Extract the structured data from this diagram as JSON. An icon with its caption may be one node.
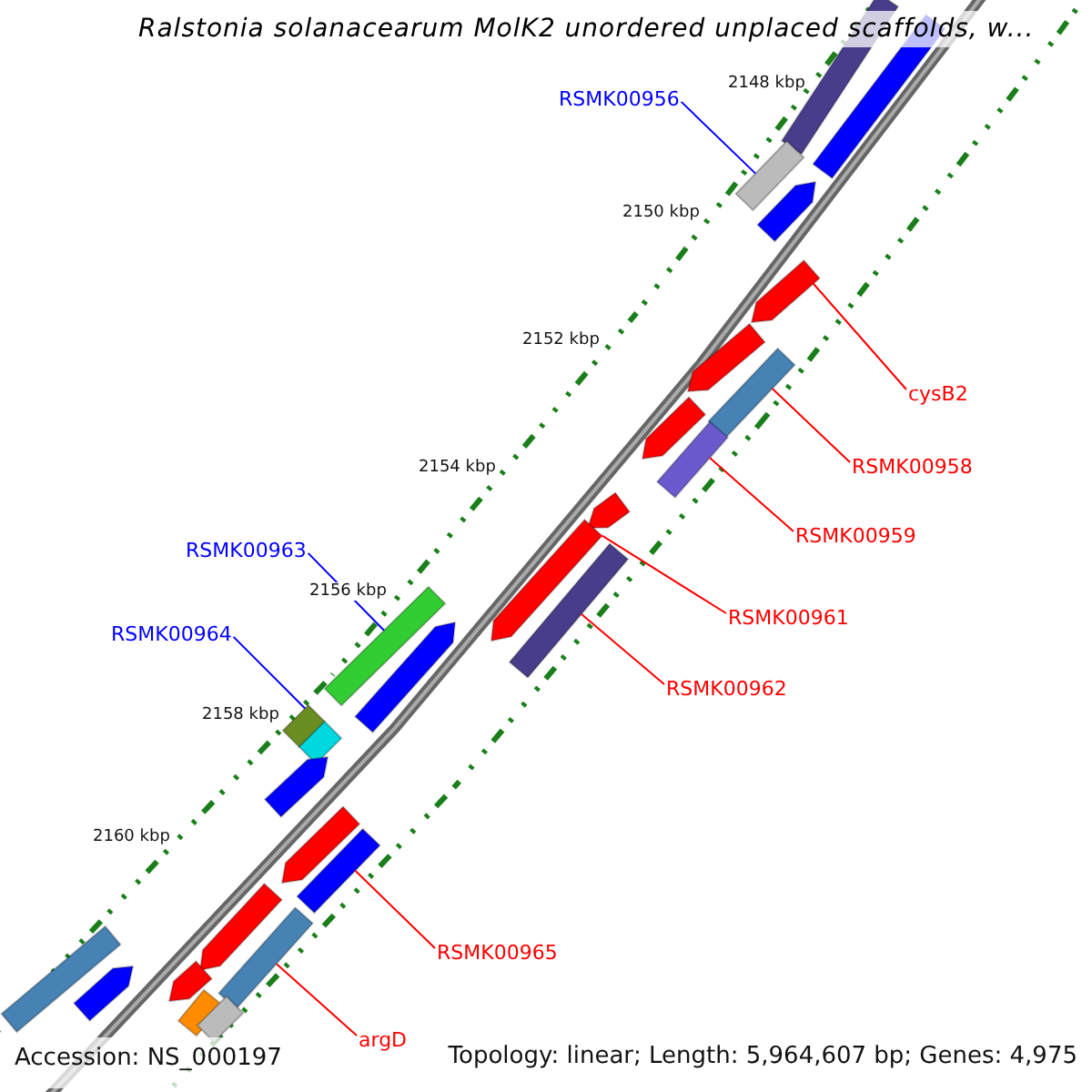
{
  "diagram": {
    "title": "Ralstonia solanacearum MolK2 unordered unplaced scaffolds, w...",
    "nodes": [
      {
        "text": [
          "RSMK00956"
        ]
      },
      {
        "text": [],
        "shape": "bar"
      },
      {
        "text": [
          "cysB2"
        ]
      },
      {
        "text": [],
        "shape": "bar"
      },
      {
        "text": [
          "RSMK00958"
        ]
      },
      {
        "text": [],
        "shape": "bar"
      },
      {
        "text": [
          "RSMK00959"
        ]
      },
      {
        "text": [],
        "shape": "bar"
      },
      {
        "text": [
          "RSMK00961"
        ]
      },
      {
        "text": [],
        "shape": "bar"
      },
      {
        "text": [
          "RSMK00962"
        ]
      },
      {
        "text": [],
        "shape": "bar"
      },
      {
        "text": [
          "RSMK00963"
        ]
      },
      {
        "text": [],
        "shape": "bar"
      },
      {
        "text": [
          "RSMK00964"
        ]
      },
      {
        "text": [],
        "shape": "bar"
      },
      {
        "text": [
          "RSMK00965"
        ]
      },
      {
        "text": [],
        "shape": "bar"
      },
      {
        "text": [
          "argD"
        ]
      },
      {
        "text": [],
        "shape": "bar"
      },
      {
        "text": [],
        "shape": "bar"
      },
      {
        "text": [],
        "shape": "bar"
      },
      {
        "text": [],
        "shape": "bar"
      },
      {
        "text": [],
        "shape": "bar"
      },
      {
        "text": [],
        "shape": "bar"
      },
      {
        "text": [],
        "shape": "bar"
      },
      {
        "text": [],
        "shape": "bar"
      },
      {
        "text": [],
        "shape": "bar"
      },
      {
        "text": [],
        "shape": "bar"
      },
      {
        "text": [],
        "shape": "bar"
      },
      {
        "text": [],
        "shape": "bar"
      },
      {
        "text": [],
        "shape": "bar"
      },
      {
        "text": [],
        "shape": "bar"
      },
      {
        "text": [],
        "shape": "bar"
      },
      {
        "text": [],
        "shape": "bar"
      },
      {
        "text": [],
        "shape": "bar"
      }
    ],
    "edges": [
      {
        "from": 0,
        "to": 1,
        "arrow": "none",
        "color": "#0000ff"
      },
      {
        "from": 2,
        "to": 3,
        "arrow": "none"
      },
      {
        "from": 4,
        "to": 5,
        "arrow": "none"
      },
      {
        "from": 6,
        "to": 7,
        "arrow": "none"
      },
      {
        "from": 8,
        "to": 9,
        "arrow": "none"
      },
      {
        "from": 10,
        "to": 11,
        "arrow": "none"
      },
      {
        "from": 12,
        "to": 13,
        "arrow": "none",
        "color": "#0000ff"
      },
      {
        "from": 14,
        "to": 15,
        "arrow": "none",
        "color": "#0000ff"
      },
      {
        "from": 16,
        "to": 17,
        "arrow": "none"
      },
      {
        "from": 18,
        "to": 19,
        "arrow": "none"
      }
    ],
    "labels": [
      "2148 kbp",
      "2150 kbp",
      "2152 kbp",
      "2154 kbp",
      "2156 kbp",
      "2158 kbp",
      "2160 kbp",
      "Accession: NS_000197",
      "Topology: linear; Length: 5,964,607 bp; Genes: 4,975"
    ]
  }
}
